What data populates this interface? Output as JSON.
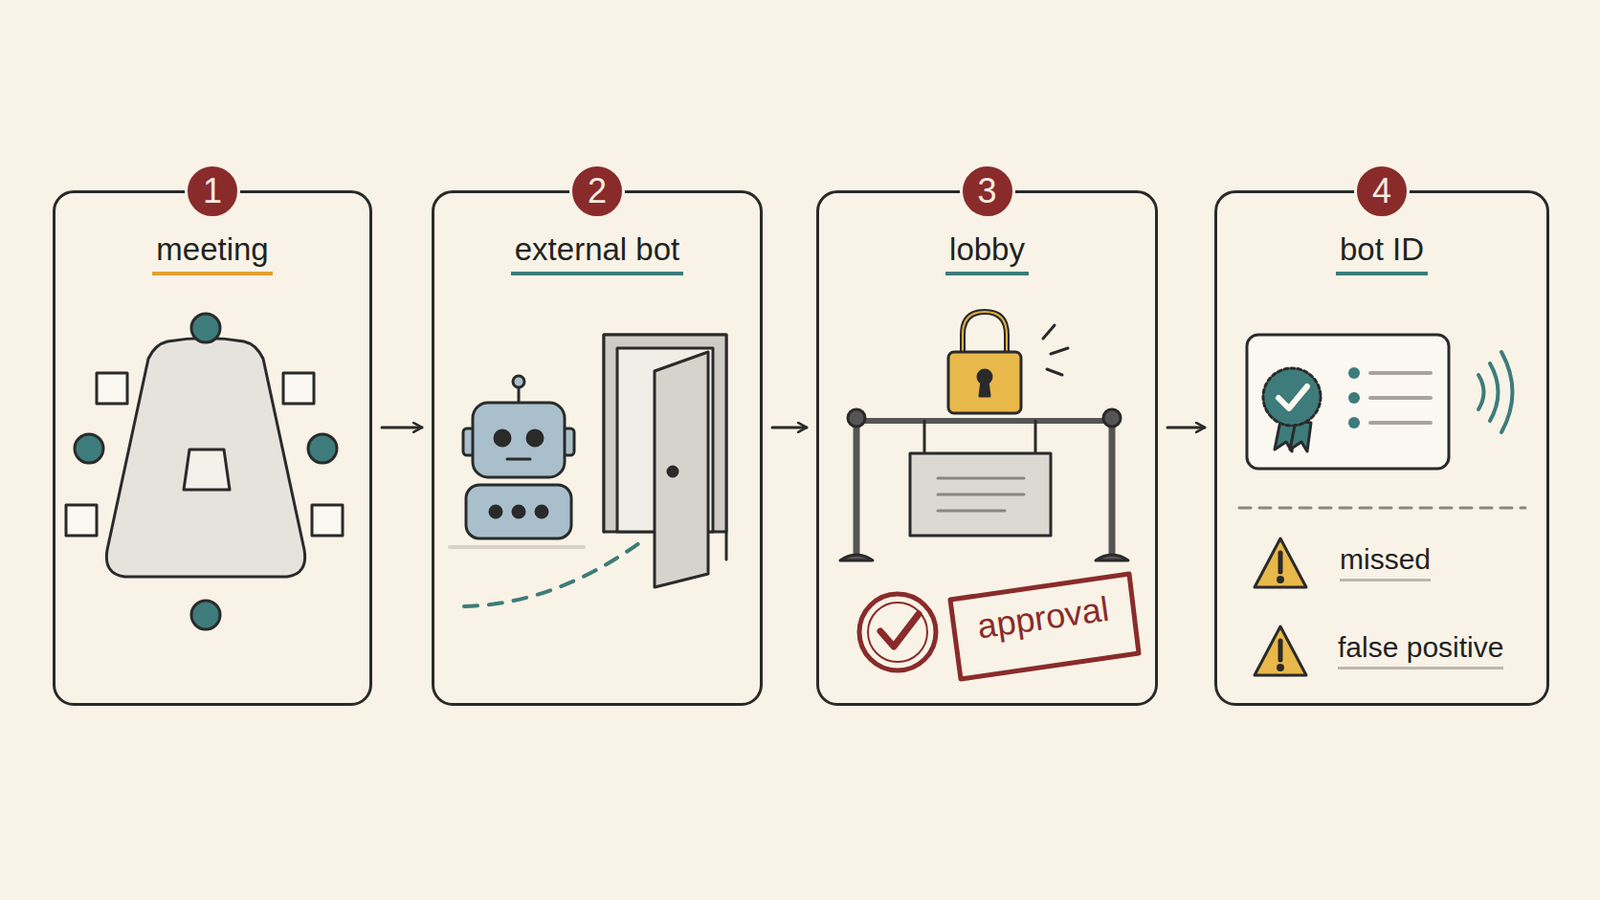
{
  "diagram": {
    "nodes": [
      {
        "text": [
          "meeting"
        ]
      },
      {
        "text": [
          "external bot"
        ]
      },
      {
        "text": [
          "lobby"
        ]
      },
      {
        "text": [
          "bot ID"
        ]
      }
    ],
    "edges": [
      {
        "from": 0,
        "to": 1,
        "arrow": "to"
      },
      {
        "from": 1,
        "to": 2,
        "arrow": "to"
      },
      {
        "from": 2,
        "to": 3,
        "arrow": "to"
      }
    ],
    "labels": [
      "1",
      "2",
      "3",
      "4",
      "approval",
      "missed",
      "false positive"
    ]
  }
}
